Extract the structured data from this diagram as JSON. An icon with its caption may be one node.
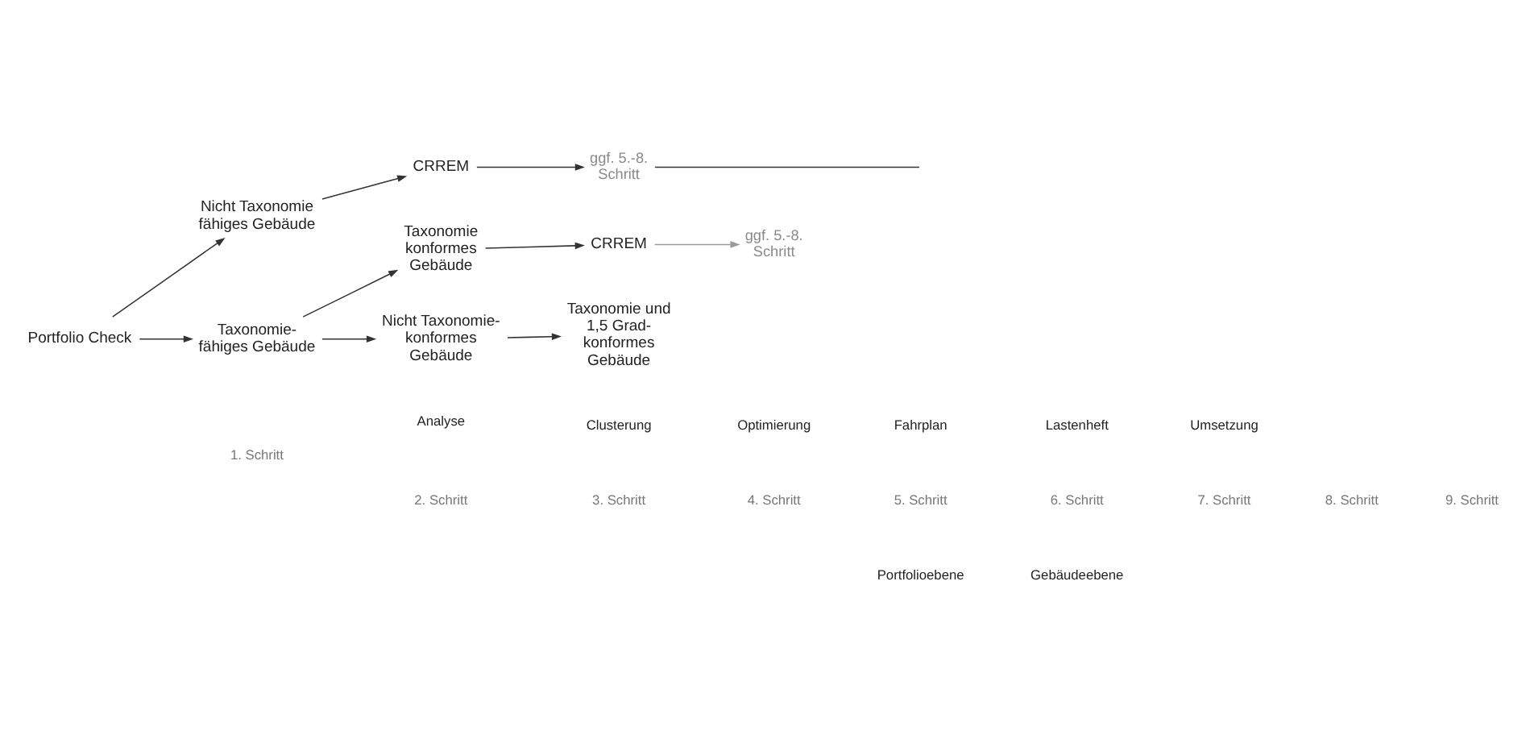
{
  "diagram": {
    "nodes": [
      {
        "text": [
          "Portfolio Check"
        ]
      },
      {
        "text": [
          "Nicht Taxonomie fähiges Gebäude"
        ]
      },
      {
        "text": [
          "Taxonomie-fähiges Gebäude"
        ]
      },
      {
        "text": [
          "Taxonomie konformes Gebäude"
        ]
      },
      {
        "text": [
          "Nicht Taxonomie-konformes Gebäude"
        ]
      },
      {
        "text": [
          "CRREM"
        ]
      },
      {
        "text": [
          "ggf. 5.-8. Schritt"
        ]
      },
      {
        "text": [
          "CRREM"
        ]
      },
      {
        "text": [
          "ggf. 5.-8. Schritt"
        ]
      },
      {
        "text": [
          "Taxonomie und 1,5 Grad-konformes Gebäude"
        ]
      }
    ],
    "edges": [
      {
        "from": 0,
        "to": 1,
        "arrow": "to"
      },
      {
        "from": 0,
        "to": 2,
        "arrow": "to"
      },
      {
        "from": 2,
        "to": 3,
        "arrow": "to"
      },
      {
        "from": 2,
        "to": 4,
        "arrow": "to"
      },
      {
        "from": 1,
        "to": 5,
        "arrow": "to"
      },
      {
        "from": 5,
        "to": 6,
        "arrow": "to"
      },
      {
        "from": 6,
        "to": null,
        "arrow": "none"
      },
      {
        "from": 3,
        "to": 7,
        "arrow": "to"
      },
      {
        "from": 7,
        "to": 8,
        "arrow": "to",
        "color": "#9a9a9a"
      },
      {
        "from": 4,
        "to": 9,
        "arrow": "to"
      }
    ],
    "labels": [
      "Analyse",
      "Clusterung",
      "Optimierung",
      "Fahrplan",
      "Lastenheft",
      "Umsetzung",
      "1. Schritt",
      "2. Schritt",
      "3. Schritt",
      "4. Schritt",
      "5. Schritt",
      "6. Schritt",
      "7. Schritt",
      "8. Schritt",
      "9. Schritt",
      "Portfolioebene",
      "Gebäudeebene"
    ]
  }
}
